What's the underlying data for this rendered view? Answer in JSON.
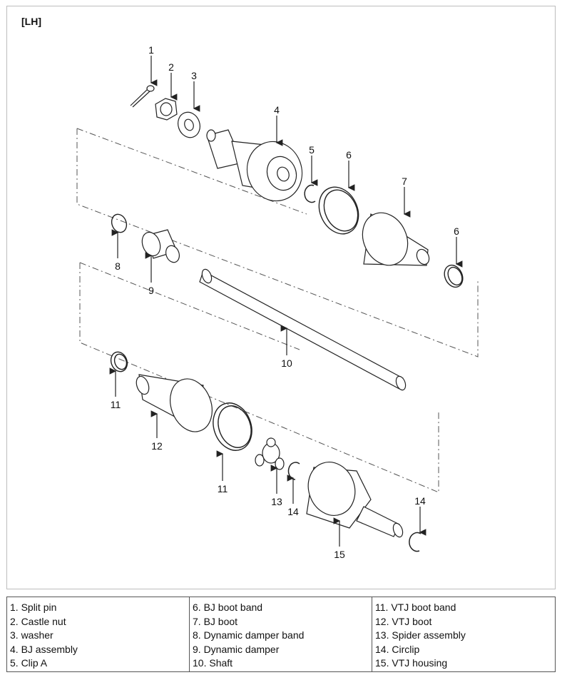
{
  "diagram": {
    "side_tag": "[LH]",
    "callouts": [
      "1",
      "2",
      "3",
      "4",
      "5",
      "6",
      "7",
      "6",
      "8",
      "9",
      "10",
      "11",
      "12",
      "11",
      "13",
      "14",
      "14",
      "15"
    ]
  },
  "legend": {
    "col1": [
      "1. Split pin",
      "2. Castle nut",
      "3. washer",
      "4. BJ assembly",
      "5. Clip A"
    ],
    "col2": [
      "6. BJ boot band",
      "7. BJ boot",
      "8. Dynamic damper band",
      "9. Dynamic damper",
      "10. Shaft"
    ],
    "col3": [
      "11. VTJ boot band",
      "12. VTJ boot",
      "13. Spider assembly",
      "14. Circlip",
      "15. VTJ housing"
    ]
  },
  "colors": {
    "line": "#222222",
    "dash": "#555555",
    "border": "#bdbdbd"
  }
}
